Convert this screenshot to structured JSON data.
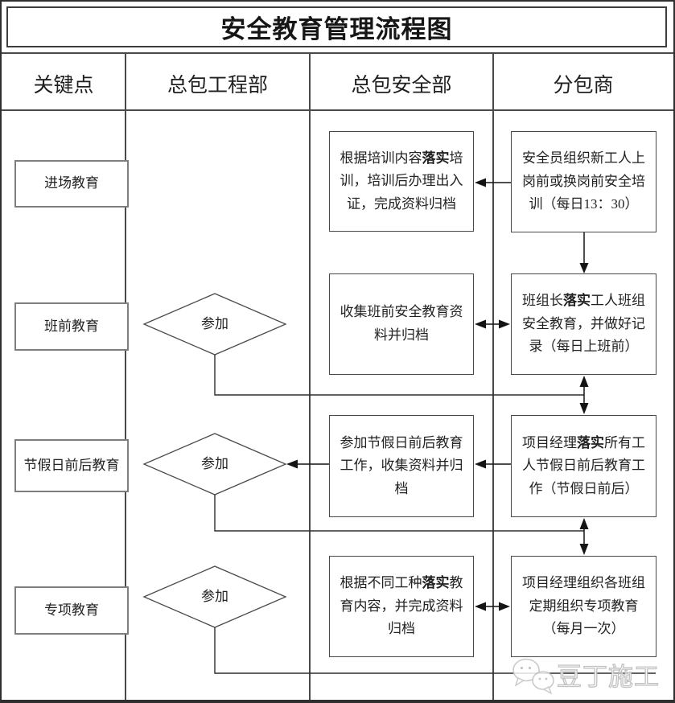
{
  "title": "安全教育管理流程图",
  "columns": [
    {
      "label": "关键点"
    },
    {
      "label": "总包工程部"
    },
    {
      "label": "总包安全部"
    },
    {
      "label": "分包商"
    }
  ],
  "rows": [
    {
      "key_point": "进场教育",
      "general_safety_dept": {
        "segments": [
          {
            "t": "根据培训内容"
          },
          {
            "t": "落实",
            "bold": true
          },
          {
            "t": "培训，培训后办理出入证，完成资料归档"
          }
        ]
      },
      "subcontractor": {
        "segments": [
          {
            "t": "安全员组织新工人上岗前或换岗前安全培训（每日13：30）"
          }
        ]
      }
    },
    {
      "key_point": "班前教育",
      "general_engineering_dept": {
        "diamond_label": "参加"
      },
      "general_safety_dept": {
        "segments": [
          {
            "t": "收集班前安全教育资料并归档"
          }
        ]
      },
      "subcontractor": {
        "segments": [
          {
            "t": "班组长"
          },
          {
            "t": "落实",
            "bold": true
          },
          {
            "t": "工人班组安全教育，并做好记录（每日上班前）"
          }
        ]
      }
    },
    {
      "key_point": "节假日前后教育",
      "general_engineering_dept": {
        "diamond_label": "参加"
      },
      "general_safety_dept": {
        "segments": [
          {
            "t": "参加节假日前后教育工作，收集资料并归档"
          }
        ]
      },
      "subcontractor": {
        "segments": [
          {
            "t": "项目经理"
          },
          {
            "t": "落实",
            "bold": true
          },
          {
            "t": "所有工人节假日前后教育工作（节假日前后）"
          }
        ]
      }
    },
    {
      "key_point": "专项教育",
      "general_engineering_dept": {
        "diamond_label": "参加"
      },
      "general_safety_dept": {
        "segments": [
          {
            "t": "根据不同工种"
          },
          {
            "t": "落实",
            "bold": true
          },
          {
            "t": "教育内容，并完成资料归档"
          }
        ]
      },
      "subcontractor": {
        "segments": [
          {
            "t": "项目经理组织各班组定期组织专项教育（每月一次）"
          }
        ]
      }
    }
  ],
  "watermark": {
    "text": "豆丁施工",
    "icon": "chat-bubbles-icon"
  },
  "colors": {
    "outer_border": "#2f2f2f",
    "grid_line": "#4a4a4a",
    "box_border": "#484848",
    "key_point_border": "#7e7e7e",
    "arrow": "#141414",
    "text": "#1f1f1f",
    "watermark_outline": "#bdbdbd",
    "background": "#ffffff"
  }
}
